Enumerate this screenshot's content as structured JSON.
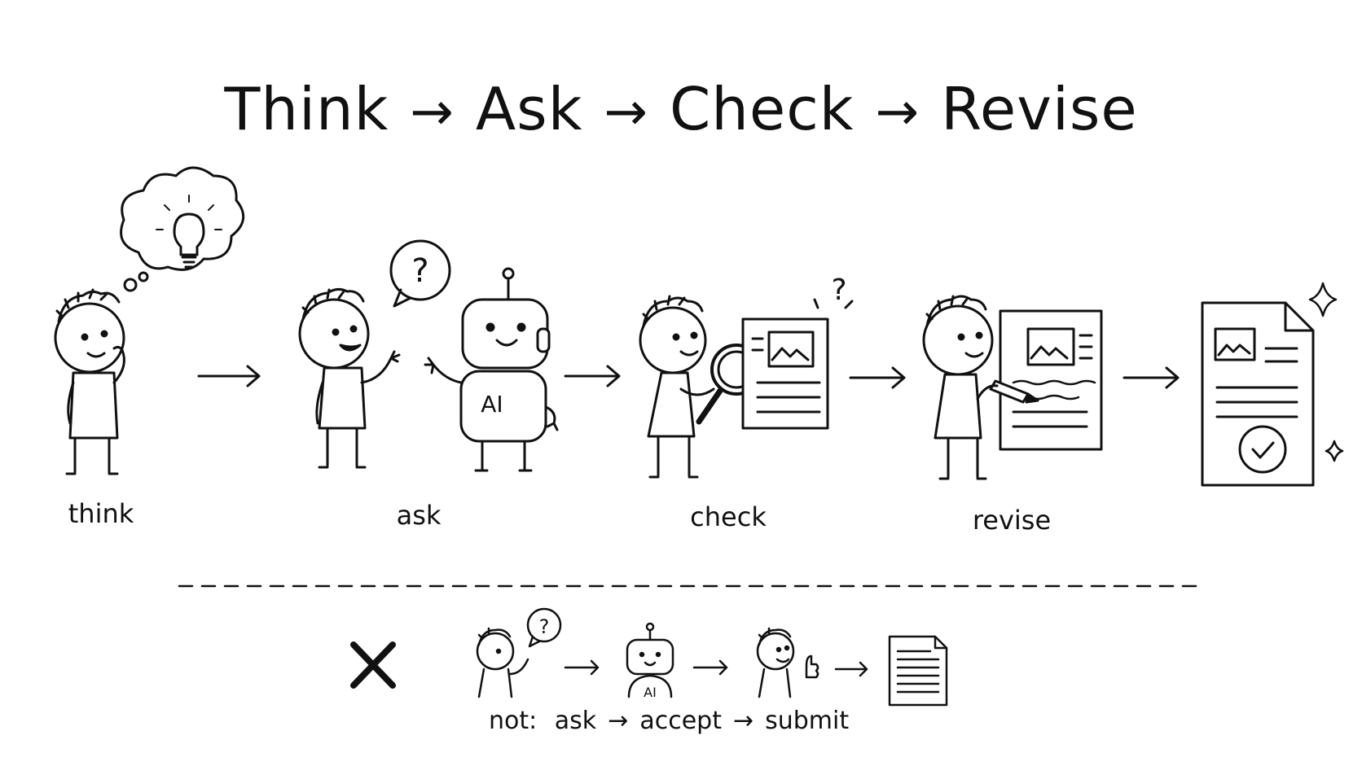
{
  "title": {
    "step1": "Think",
    "step2": "Ask",
    "step3": "Check",
    "step4": "Revise",
    "arrow": "→"
  },
  "labels": {
    "think": "think",
    "ask": "ask",
    "check": "check",
    "revise": "revise"
  },
  "robot_badge": "AI",
  "question_mark": "?",
  "bottom": {
    "not": "not:",
    "ask": "ask",
    "accept": "accept",
    "submit": "submit",
    "arrow": "→",
    "robot_badge": "AI"
  }
}
